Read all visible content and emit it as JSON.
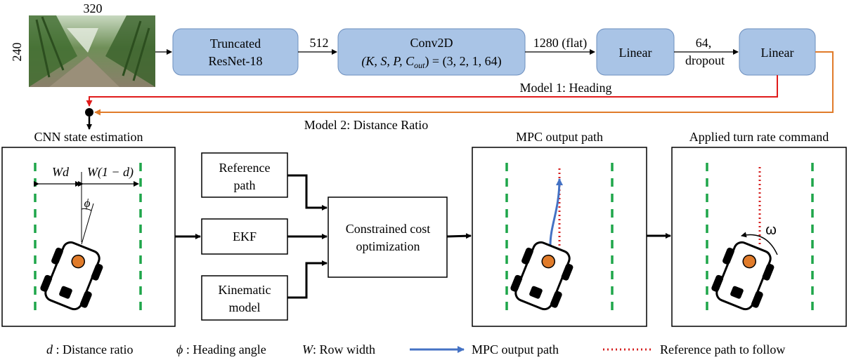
{
  "colors": {
    "block_fill": "#a9c4e6",
    "block_stroke": "#6d8fbe",
    "green_dash": "#1fa64a",
    "red_dot": "#d62020",
    "blue_path": "#4472c4",
    "orange_line": "#e07b2a",
    "red_line": "#e01b1b",
    "orange_dot": "#e07b2a"
  },
  "image": {
    "width_label": "320",
    "height_label": "240",
    "icon": "corn-row-photo"
  },
  "pipeline": {
    "resnet_line1": "Truncated",
    "resnet_line2": "ResNet-18",
    "edge_512": "512",
    "conv_title": "Conv2D",
    "conv_params_lhs": "(K, S, P, C",
    "conv_params_sub": "out",
    "conv_params_rhs": ") = (3, 2, 1, 64)",
    "edge_1280": "1280 (flat)",
    "linear1": "Linear",
    "edge_64_line1": "64,",
    "edge_64_line2": "dropout",
    "linear2": "Linear",
    "model1_label": "Model 1: Heading",
    "model2_label": "Model 2: Distance Ratio"
  },
  "panels": {
    "cnn_title": "CNN state estimation",
    "wd_label": "Wd",
    "w1d_label": "W(1 − d)",
    "phi_label": "ϕ",
    "mpc_title": "MPC output path",
    "turn_title": "Applied turn rate command",
    "omega_label": "ω"
  },
  "inputs": {
    "ref_line1": "Reference",
    "ref_line2": "path",
    "ekf": "EKF",
    "kin_line1": "Kinematic",
    "kin_line2": "model",
    "opt_line1": "Constrained cost",
    "opt_line2": "optimization"
  },
  "legend": {
    "d_symbol": "d",
    "d_text": " : Distance ratio",
    "phi_symbol": "ϕ",
    "phi_text": " : Heading angle",
    "w_symbol": "W",
    "w_text": ": Row width",
    "mpc_path": "MPC output path",
    "ref_path": "Reference path to follow"
  }
}
